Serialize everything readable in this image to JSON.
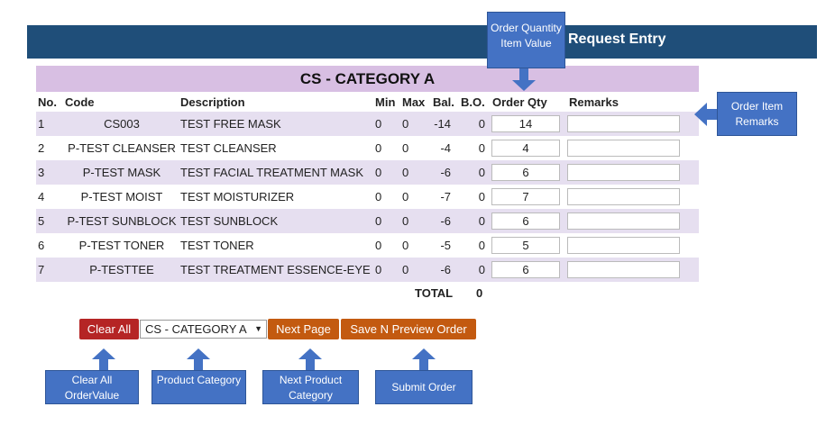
{
  "header": {
    "title": "Request Entry"
  },
  "category_title": "CS - CATEGORY A",
  "table": {
    "columns": [
      "No.",
      "Code",
      "Description",
      "Min",
      "Max",
      "Bal.",
      "B.O.",
      "Order Qty",
      "Remarks"
    ],
    "rows": [
      {
        "no": "1",
        "code": "CS003",
        "description": "TEST FREE MASK",
        "min": "0",
        "max": "0",
        "bal": "-14",
        "bo": "0",
        "order_qty": "14",
        "remarks": ""
      },
      {
        "no": "2",
        "code": "P-TEST CLEANSER",
        "description": "TEST CLEANSER",
        "min": "0",
        "max": "0",
        "bal": "-4",
        "bo": "0",
        "order_qty": "4",
        "remarks": ""
      },
      {
        "no": "3",
        "code": "P-TEST MASK",
        "description": "TEST FACIAL TREATMENT MASK",
        "min": "0",
        "max": "0",
        "bal": "-6",
        "bo": "0",
        "order_qty": "6",
        "remarks": ""
      },
      {
        "no": "4",
        "code": "P-TEST MOIST",
        "description": "TEST MOISTURIZER",
        "min": "0",
        "max": "0",
        "bal": "-7",
        "bo": "0",
        "order_qty": "7",
        "remarks": ""
      },
      {
        "no": "5",
        "code": "P-TEST SUNBLOCK",
        "description": "TEST SUNBLOCK",
        "min": "0",
        "max": "0",
        "bal": "-6",
        "bo": "0",
        "order_qty": "6",
        "remarks": ""
      },
      {
        "no": "6",
        "code": "P-TEST TONER",
        "description": "TEST TONER",
        "min": "0",
        "max": "0",
        "bal": "-5",
        "bo": "0",
        "order_qty": "5",
        "remarks": ""
      },
      {
        "no": "7",
        "code": "P-TESTTEE",
        "description": "TEST TREATMENT ESSENCE-EYE",
        "min": "0",
        "max": "0",
        "bal": "-6",
        "bo": "0",
        "order_qty": "6",
        "remarks": ""
      }
    ],
    "total_label": "TOTAL",
    "total_value": "0"
  },
  "actions": {
    "clear_all": "Clear All",
    "category_select": "CS - CATEGORY A",
    "next_page": "Next Page",
    "save_preview": "Save N Preview Order"
  },
  "annotations": {
    "order_qty": "Order Quantity Item Value",
    "remarks": "Order Item Remarks",
    "clear_all": "Clear All OrderValue",
    "product_category": "Product Category",
    "next_category": "Next Product Category",
    "submit_order": "Submit Order"
  },
  "colors": {
    "header": "#1f4e79",
    "category_banner": "#d8bfe3",
    "row_alt": "#e6dff0",
    "clear_button": "#b52525",
    "action_button": "#c35a10",
    "callout": "#4472c4"
  }
}
